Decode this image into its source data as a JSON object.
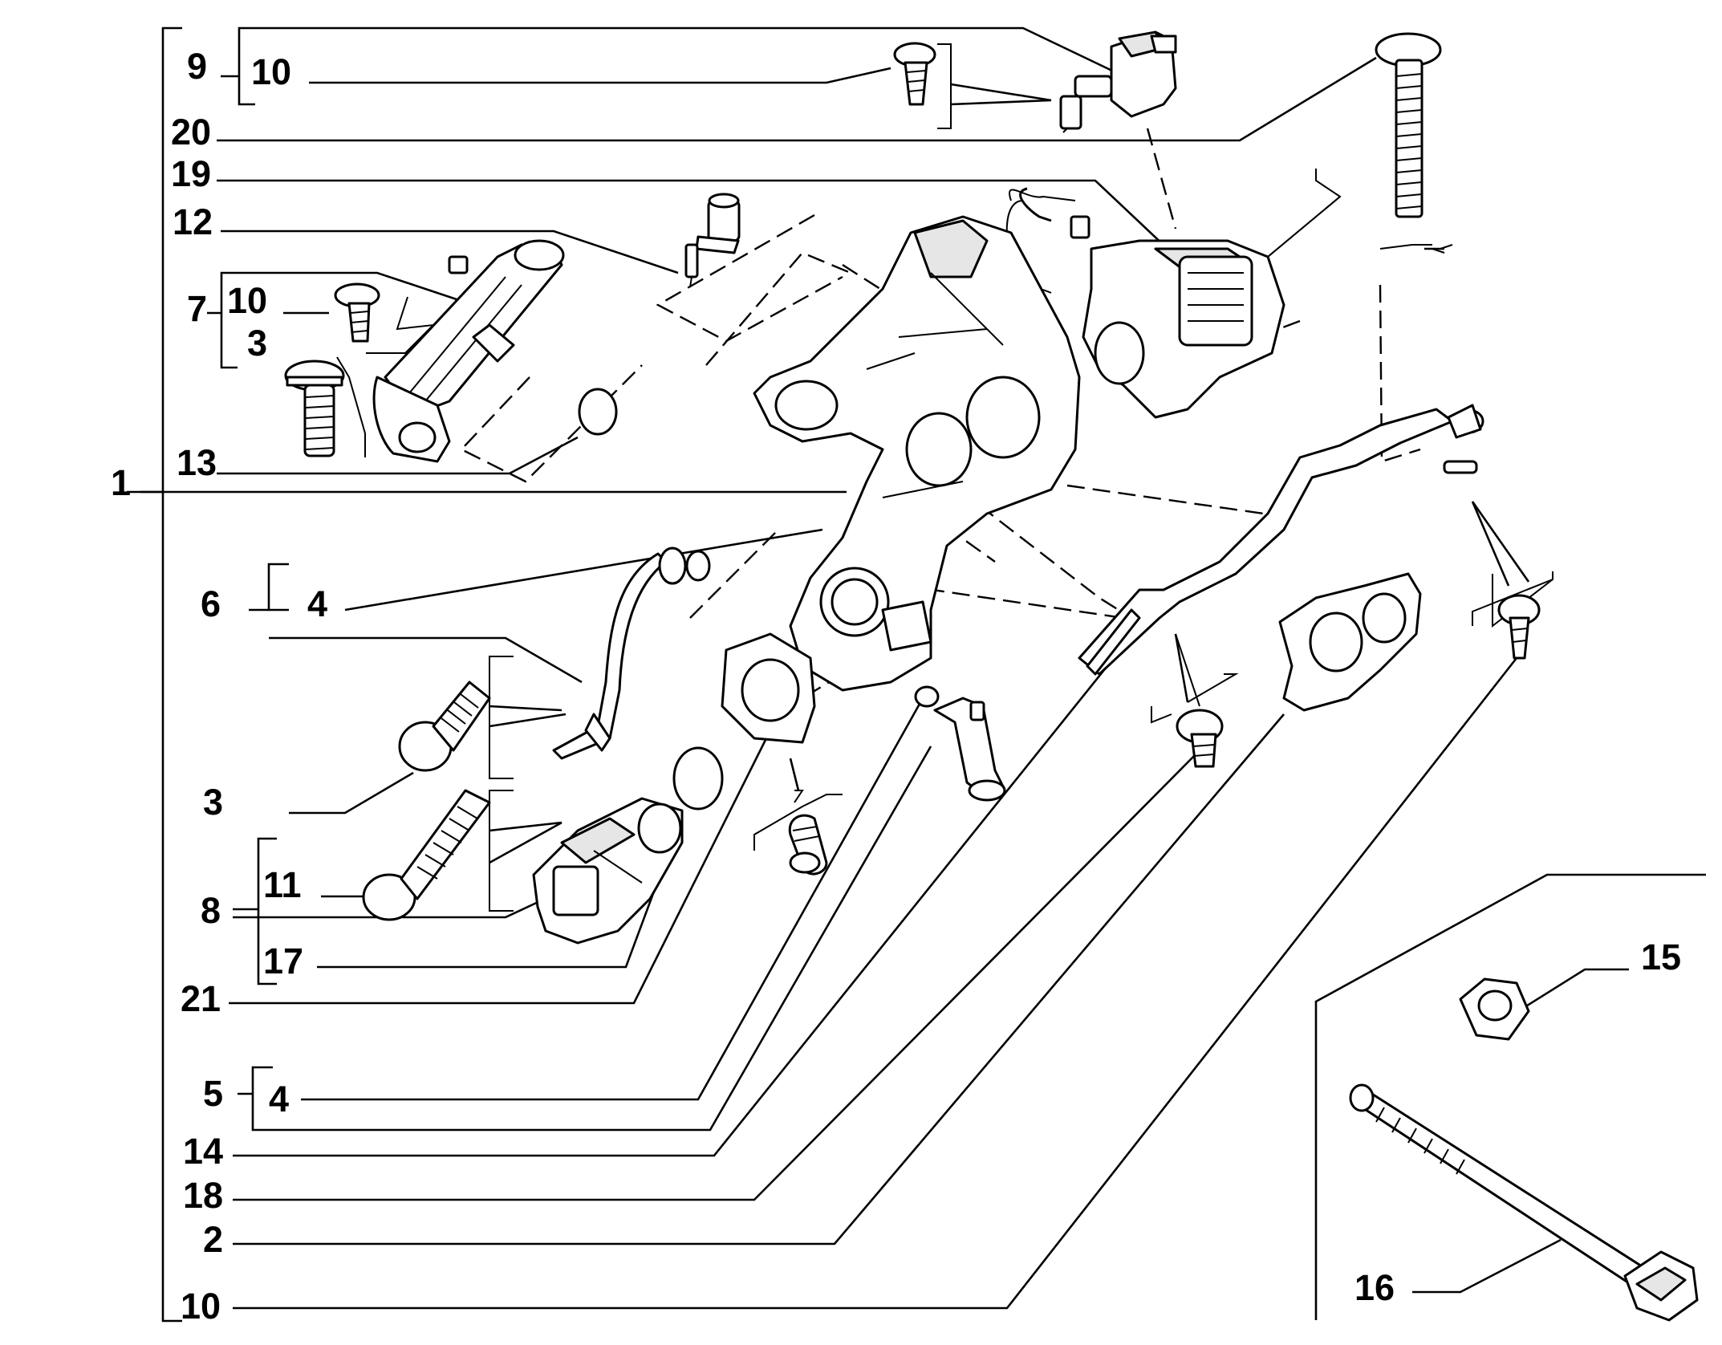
{
  "callouts": [
    {
      "id": "c-9",
      "text": "9"
    },
    {
      "id": "c-10a",
      "text": "10"
    },
    {
      "id": "c-20",
      "text": "20"
    },
    {
      "id": "c-19",
      "text": "19"
    },
    {
      "id": "c-12",
      "text": "12"
    },
    {
      "id": "c-7",
      "text": "7"
    },
    {
      "id": "c-10b",
      "text": "10"
    },
    {
      "id": "c-3a",
      "text": "3"
    },
    {
      "id": "c-13",
      "text": "13"
    },
    {
      "id": "c-1",
      "text": "1"
    },
    {
      "id": "c-6",
      "text": "6"
    },
    {
      "id": "c-4a",
      "text": "4"
    },
    {
      "id": "c-3b",
      "text": "3"
    },
    {
      "id": "c-11",
      "text": "11"
    },
    {
      "id": "c-8",
      "text": "8"
    },
    {
      "id": "c-17",
      "text": "17"
    },
    {
      "id": "c-21",
      "text": "21"
    },
    {
      "id": "c-5",
      "text": "5"
    },
    {
      "id": "c-4b",
      "text": "4"
    },
    {
      "id": "c-14",
      "text": "14"
    },
    {
      "id": "c-18",
      "text": "18"
    },
    {
      "id": "c-2",
      "text": "2"
    },
    {
      "id": "c-10c",
      "text": "10"
    },
    {
      "id": "c-15",
      "text": "15"
    },
    {
      "id": "c-16",
      "text": "16"
    }
  ]
}
